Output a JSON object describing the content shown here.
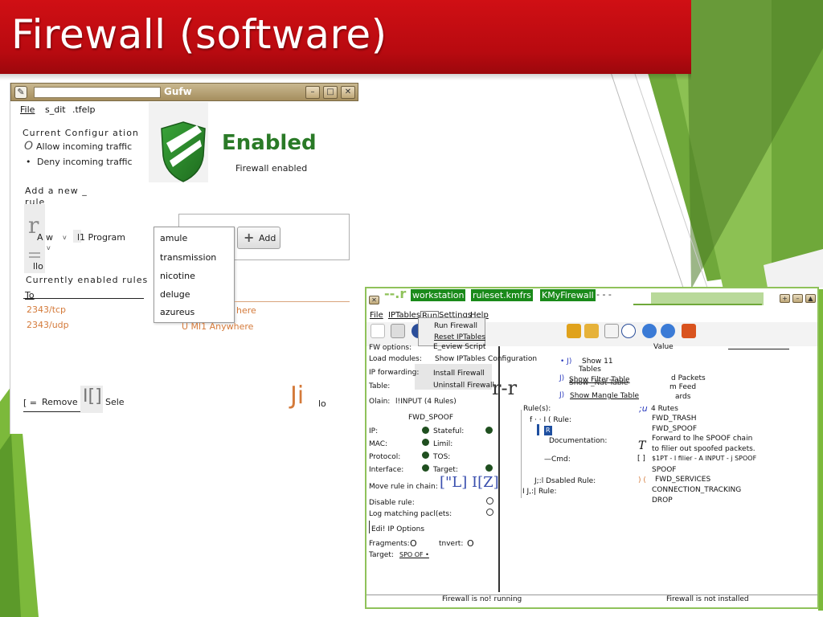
{
  "slide": {
    "title": "Firewall (software)"
  },
  "colors": {
    "accent_red": "#c30d12",
    "accent_green": "#7cb93b",
    "enabled_green": "#2a7a27",
    "link_orange": "#d47a3a",
    "highlight_green": "#1a8a1a"
  },
  "gufw": {
    "window_title": "Gufw",
    "menu": {
      "file": "File",
      "edit": "s_dit",
      "help": ".tfelp"
    },
    "status_title": "Enabled",
    "status_subtitle": "Firewall enabled",
    "current_configuration": "Current Configur ation",
    "allow_incoming_radio": "O",
    "allow_incoming": "Allow incoming traffic",
    "deny_bullet": "•",
    "deny_incoming": "Deny incoming traffic",
    "add_rule_1": "Add  a new  _",
    "add_rule_2": "rule",
    "scroll_glyph": "r",
    "allow_label": "A w",
    "allow_v1": "v",
    "allow_v2": "v",
    "program_label": "l1 Program",
    "add_button": "Add",
    "scroll_bottom": "llo",
    "programs": [
      "amule",
      "transmission",
      "nicotine",
      "deluge",
      "azureus"
    ],
    "currently_enabled": "Currently enabled rules",
    "to_header": "To",
    "rules": [
      "2343/tcp",
      "2343/udp"
    ],
    "anywhere_1": "here",
    "anywhere_2": "U Ml1 Anywhere",
    "remove_prefix": "[ =",
    "remove_button": "Remove",
    "select_glyph": "I[]",
    "select_button": "Sele",
    "ji_glyph": "Ji",
    "lo_text": "lo"
  },
  "firestarter": {
    "title_prefix": "--.r",
    "tabs": [
      "workstation",
      "ruleset.kmfrs",
      "KMyFirewall"
    ],
    "title_suffix": "- -  -",
    "menu": [
      "File",
      "IPTables",
      "Run",
      "Settings",
      "Help"
    ],
    "run_menu": [
      "Run Firewall",
      "Reset IPTables"
    ],
    "review_script": "E_eview Script",
    "show_iptables_config": "Show IPTables Configuration",
    "install_firewall": "Install Firewall",
    "uninstall_firewall": "Uninstall Firewall",
    "value_header": "Value",
    "fw_options": "FW options:",
    "load_modules": "Load modules:",
    "ip_forwarding": "IP forwarding:",
    "table": "Table:",
    "chain": "Olain:",
    "chain_value": "l!INPUT (4 Rules)",
    "chain_glyph": "r-r",
    "fwd_spoof": "FWD_SPOOF",
    "ip": "IP:",
    "mac": "MAC:",
    "protocol": "Protocol:",
    "interface": "Interface:",
    "stateful": "Stateful:",
    "limit": "Limil:",
    "tos": "TOS:",
    "target": "Target:",
    "move_rule": "Move rule in chain:",
    "move_glyph": "[\"L] I[Z]",
    "disable_rule": "Disable rule:",
    "log_matching": "Log matching pacl(ets:",
    "edit_ip_options": "Edi! IP Options",
    "fragments": "Fragments:",
    "fragments_value": "O",
    "invert": "tnvert:",
    "invert_value": "O",
    "target_bottom": "Target:",
    "target_bottom_value": "SPO OF •",
    "show_tables": "Show  11",
    "tables": "Tables",
    "show_filter_table": "Show Filter Table",
    "show_nat_table": "Show _Nat Table",
    "show_mangle_table": "Show  Mangle Table",
    "packets_1": "d Packets",
    "packets_2": "m Feed",
    "packets_3": "ards",
    "rules_tree": "Rule(s):",
    "rule_label": "f · · I ( Rule:",
    "rule_badge": "R",
    "documentation": "Documentation:",
    "cmd": "—Cmd:",
    "disabled_rule": "J;:l Dsabled Rule:",
    "rule2": "I J,:| Rule:",
    "rules_count": "4  Rutes",
    "list": [
      "FWD_TRASH",
      "FWD_SPOOF",
      "Forward to lhe SPOOF chain",
      "to filier out spoofed packets.",
      "$1PT - I filier - A  INPUT - j  SPOOF",
      "SPOOF",
      "FWD_SERVICES",
      "CONNECTION_TRACKING",
      "DROP"
    ],
    "tree_markers": [
      ";u",
      "T",
      "[  ]",
      ") ("
    ],
    "status_left": "Firewall is no! running",
    "status_right": "Firewall is not installed"
  }
}
